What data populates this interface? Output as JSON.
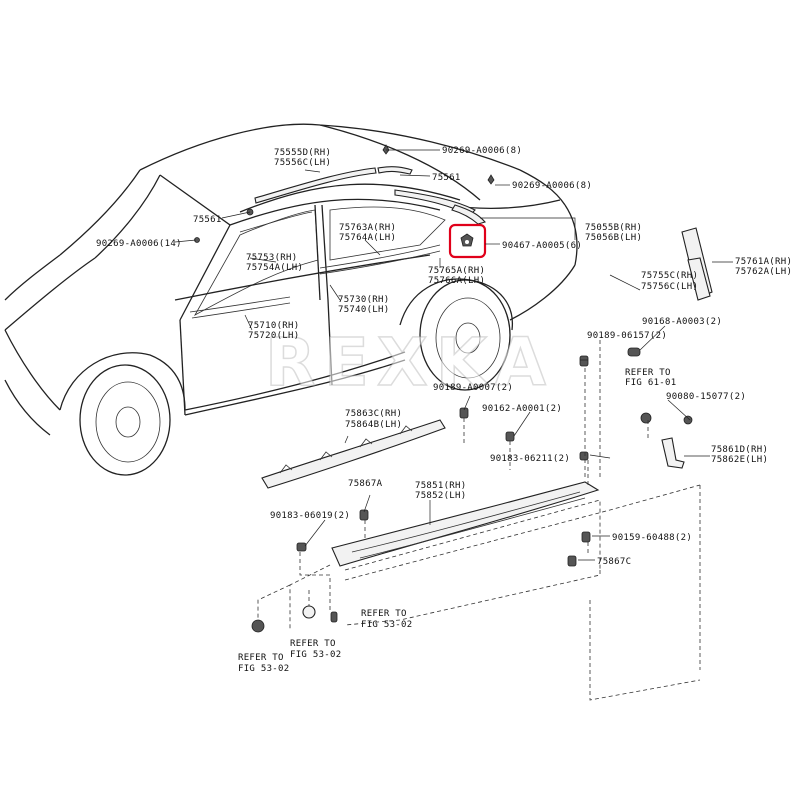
{
  "watermark": "REXKA",
  "highlight_color": "#e0001a",
  "labels": {
    "p75555d": "75555D(RH)",
    "p75556c": "75556C(LH)",
    "p90269_top": "90269-A0006(8)",
    "p75561_top": "75561",
    "p90269_right": "90269-A0006(8)",
    "p75561_left": "75561",
    "p90269_left": "90269-A0006(14)",
    "p75763a": "75763A(RH)",
    "p75764a": "75764A(LH)",
    "p75055b": "75055B(RH)",
    "p75056b": "75056B(LH)",
    "p90467": "90467-A0005(6)",
    "p75761a": "75761A(RH)",
    "p75762a": "75762A(LH)",
    "p75753": "75753(RH)",
    "p75754a": "75754A(LH)",
    "p75765a": "75765A(RH)",
    "p75766a": "75766A(LH)",
    "p75755c": "75755C(RH)",
    "p75756c": "75756C(LH)",
    "p75730": "75730(RH)",
    "p75740": "75740(LH)",
    "p90189_06157": "90189-06157(2)",
    "p90168": "90168-A0003(2)",
    "p75710": "75710(RH)",
    "p75720": "75720(LH)",
    "refer_to_1": "REFER TO",
    "fig_61_01": "FIG 61-01",
    "p90189_a0007": "90189-A0007(2)",
    "p90080": "90080-15077(2)",
    "p90162": "90162-A0001(2)",
    "p75863c": "75863C(RH)",
    "p75864b": "75864B(LH)",
    "p90183_06211": "90183-06211(2)",
    "p75861d": "75861D(RH)",
    "p75862e": "75862E(LH)",
    "p75867a": "75867A",
    "p75851": "75851(RH)",
    "p75852": "75852(LH)",
    "p90183_06019": "90183-06019(2)",
    "p90159": "90159-60488(2)",
    "p75867c": "75867C",
    "refer_to_2": "REFER TO",
    "fig_53_02_a": "FIG 53-02",
    "refer_to_3": "REFER TO",
    "fig_53_02_b": "FIG 53-02",
    "refer_to_4": "REFER TO",
    "fig_53_02_c": "FIG 53-02"
  }
}
